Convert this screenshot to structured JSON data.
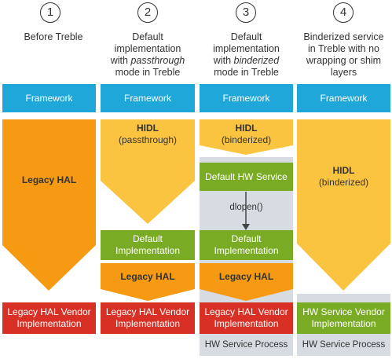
{
  "columns": [
    {
      "number": "1",
      "heading_lines": [
        "Before Treble"
      ],
      "framework": "Framework",
      "hal_label": "Legacy HAL",
      "vendor": [
        "Legacy HAL Vendor",
        "Implementation"
      ]
    },
    {
      "number": "2",
      "heading_lines": [
        "Default",
        "implementation",
        "with passthrough",
        "mode in Treble"
      ],
      "heading_italic_word": "passthrough",
      "framework": "Framework",
      "hidl_title": "HIDL",
      "hidl_sub": "(passthrough)",
      "default_impl": [
        "Default",
        "Implementation"
      ],
      "legacy_hal": "Legacy HAL",
      "vendor": [
        "Legacy HAL Vendor",
        "Implementation"
      ]
    },
    {
      "number": "3",
      "heading_lines": [
        "Default",
        "implementation",
        "with binderized",
        "mode in Treble"
      ],
      "heading_italic_word": "binderized",
      "framework": "Framework",
      "hidl_title": "HIDL",
      "hidl_sub": "(binderized)",
      "hw_service": "Default HW Service",
      "dlopen": "dlopen()",
      "default_impl": [
        "Default",
        "Implementation"
      ],
      "legacy_hal": "Legacy HAL",
      "vendor": [
        "Legacy HAL Vendor",
        "Implementation"
      ],
      "process_label": "HW Service Process"
    },
    {
      "number": "4",
      "heading_lines": [
        "Binderized service",
        "in Treble with no",
        "wrapping or shim",
        "layers"
      ],
      "framework": "Framework",
      "hidl_title": "HIDL",
      "hidl_sub": "(binderized)",
      "vendor": [
        "HW Service Vendor",
        "Implementation"
      ],
      "process_label": "HW Service Process"
    }
  ],
  "colors": {
    "framework": "#1ea7d8",
    "hidl": "#fbc440",
    "legacy_hal": "#f59a12",
    "implementation": "#7aab24",
    "vendor": "#d93025",
    "process": "#d6dce2"
  }
}
